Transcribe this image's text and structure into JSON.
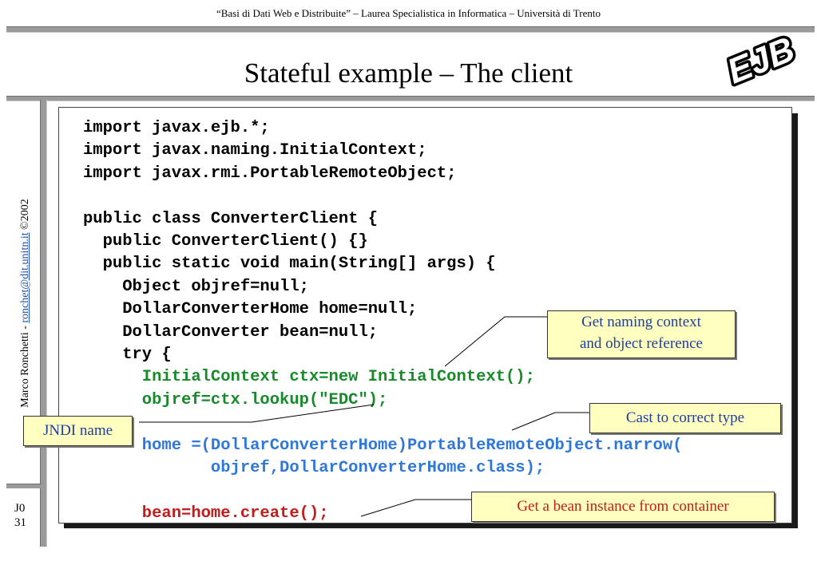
{
  "header": "“Basi di Dati Web e Distribuite” – Laurea Specialistica in Informatica – Università di Trento",
  "title": "Stateful example – The client",
  "logo_text": "EJB",
  "sidebar": {
    "author": "Marco Ronchetti",
    "separator": " - ",
    "email": "ronchet@dit.unitn.it",
    "copyright": "©2002"
  },
  "slide": {
    "section": "J0",
    "number": "31"
  },
  "code": {
    "line1": "import javax.ejb.*;",
    "line2": "import javax.naming.InitialContext;",
    "line3": "import javax.rmi.PortableRemoteObject;",
    "line4": "public class ConverterClient {",
    "line5": "  public ConverterClient() {}",
    "line6": "  public static void main(String[] args) {",
    "line7": "    Object objref=null;",
    "line8": "    DollarConverterHome home=null;",
    "line9": "    DollarConverter bean=null;",
    "line10": "    try {",
    "line11": "      InitialContext ctx=new InitialContext();",
    "line12": "      objref=ctx.lookup(\"EDC\");",
    "line13": "      home =(DollarConverterHome)PortableRemoteObject.narrow(",
    "line14": "             objref,DollarConverterHome.class);",
    "line15": "      bean=home.create();"
  },
  "callouts": {
    "naming_line1": "Get naming context",
    "naming_line2": "and object reference",
    "cast": "Cast to correct type",
    "bean": "Get a bean instance from container",
    "jndi": "JNDI name"
  }
}
